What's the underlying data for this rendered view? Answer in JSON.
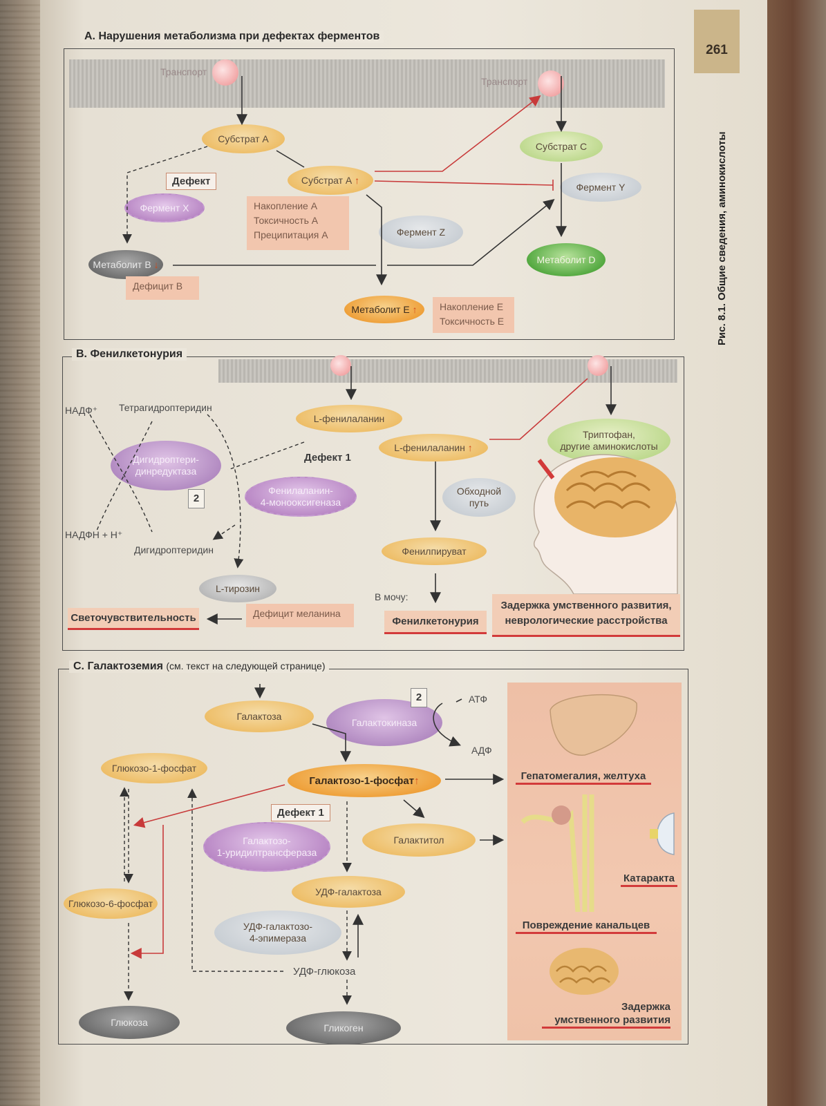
{
  "page": {
    "number": "261",
    "side_caption": "Рис. 8.1. Общие сведения, аминокислоты"
  },
  "sectionA": {
    "title": "A. Нарушения метаболизма при дефектах ферментов",
    "transport_left": "Транспорт",
    "transport_right": "Транспорт",
    "substrate_a": "Субстрат A",
    "substrate_a2": "Субстрат A",
    "substrate_c": "Субстрат C",
    "defect_label": "Дефект",
    "enzyme_x": "Фермент X",
    "enzyme_y": "Фермент Y",
    "enzyme_z": "Фермент Z",
    "metabolite_b": "Метаболит B",
    "metabolite_d": "Метаболит D",
    "metabolite_e": "Метаболит E",
    "up_arrow": "↑",
    "accumulation_a": [
      "Накопление A",
      "Токсичность A",
      "Преципитация A"
    ],
    "deficit_b": "Дефицит B",
    "accumulation_e": [
      "Накопление E",
      "Токсичность E"
    ]
  },
  "sectionB": {
    "title": "B. Фенилкетонурия",
    "nadp": "НАДФ⁺",
    "tetrahydro": "Тетрагидроптеридин",
    "dihydroreductase": "Дигидроптери-\nдинредуктаза",
    "box2": "2",
    "nadph": "НАДФН + H⁺",
    "dihydropteridine": "Дигидроптеридин",
    "l_phe": "L-фенилаланин",
    "l_phe2": "L-фенилаланин",
    "defect1": "Дефект 1",
    "phe_hydroxylase": "Фенилаланин-\n4-монооксигеназа",
    "bypass": "Обходной\nпуть",
    "phenylpyruvate": "Фенилпируват",
    "tryptophan": "Триптофан,\nдругие аминокислоты",
    "l_tyr": "L-тирозин",
    "melanin_deficit": "Дефицит меланина",
    "photosensitivity": "Светочувствительность",
    "to_urine": "В мочу:",
    "pku": "Фенилкетонурия",
    "retardation": "Задержка умственного развития,\nневрологические расстройства"
  },
  "sectionC": {
    "title": "C. Галактоземия",
    "title_note": "(см. текст на следующей странице)",
    "galactose": "Галактоза",
    "galactokinase": "Галактокиназа",
    "box2": "2",
    "atp": "АТФ",
    "adp": "АДФ",
    "glc1p": "Глюкозо-1-фосфат",
    "gal1p": "Галактозо-1-фосфат",
    "defect1": "Дефект 1",
    "galt": "Галактозо-\n1-уридилтрансфераза",
    "galactitol": "Галактитол",
    "glc6p": "Глюкозо-6-фосфат",
    "udp_gal": "УДФ-галактоза",
    "epimerase": "УДФ-галактозо-\n4-эпимераза",
    "udp_glc": "УДФ-глюкоза",
    "glucose": "Глюкоза",
    "glycogen": "Гликоген",
    "hepatomegaly": "Гепатомегалия, желтуха",
    "cataract": "Катаракта",
    "tubule_damage": "Повреждение канальцев",
    "retardation": "Задержка\nумственного развития"
  }
}
